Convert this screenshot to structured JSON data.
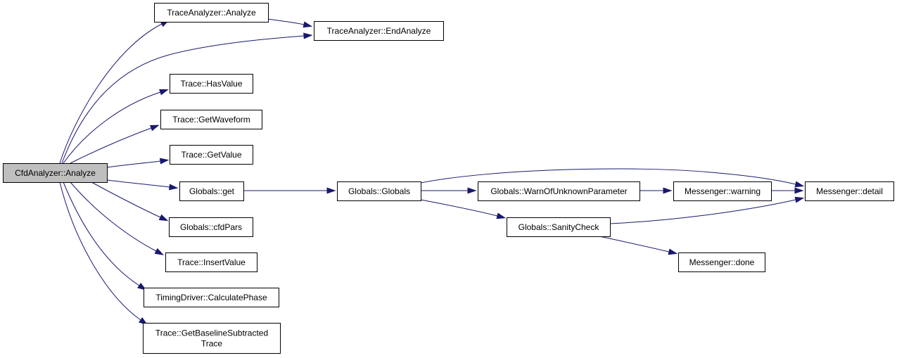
{
  "colors": {
    "edge": "#191970",
    "root_fill": "#bfbfbf",
    "node_fill": "#ffffff",
    "node_border": "#000000"
  },
  "nodes": {
    "cfd_analyze": {
      "lines": [
        "CfdAnalyzer::Analyze"
      ]
    },
    "trace_analyzer_analyze": {
      "lines": [
        "TraceAnalyzer::Analyze"
      ]
    },
    "trace_analyzer_end_analyze": {
      "lines": [
        "TraceAnalyzer::EndAnalyze"
      ]
    },
    "trace_has_value": {
      "lines": [
        "Trace::HasValue"
      ]
    },
    "trace_get_waveform": {
      "lines": [
        "Trace::GetWaveform"
      ]
    },
    "trace_get_value": {
      "lines": [
        "Trace::GetValue"
      ]
    },
    "globals_get": {
      "lines": [
        "Globals::get"
      ]
    },
    "globals_cfd_pars": {
      "lines": [
        "Globals::cfdPars"
      ]
    },
    "trace_insert_value": {
      "lines": [
        "Trace::InsertValue"
      ]
    },
    "timing_calculate_phase": {
      "lines": [
        "TimingDriver::CalculatePhase"
      ]
    },
    "trace_get_baseline": {
      "lines": [
        "Trace::GetBaselineSubtracted",
        "Trace"
      ]
    },
    "globals_globals": {
      "lines": [
        "Globals::Globals"
      ]
    },
    "globals_warn_unknown": {
      "lines": [
        "Globals::WarnOfUnknownParameter"
      ]
    },
    "globals_sanity_check": {
      "lines": [
        "Globals::SanityCheck"
      ]
    },
    "messenger_warning": {
      "lines": [
        "Messenger::warning"
      ]
    },
    "messenger_detail": {
      "lines": [
        "Messenger::detail"
      ]
    },
    "messenger_done": {
      "lines": [
        "Messenger::done"
      ]
    }
  },
  "edges": [
    {
      "from": "cfd_analyze",
      "to": "trace_analyzer_analyze"
    },
    {
      "from": "cfd_analyze",
      "to": "trace_analyzer_end_analyze"
    },
    {
      "from": "trace_analyzer_analyze",
      "to": "trace_analyzer_end_analyze"
    },
    {
      "from": "cfd_analyze",
      "to": "trace_has_value"
    },
    {
      "from": "cfd_analyze",
      "to": "trace_get_waveform"
    },
    {
      "from": "cfd_analyze",
      "to": "trace_get_value"
    },
    {
      "from": "cfd_analyze",
      "to": "globals_get"
    },
    {
      "from": "cfd_analyze",
      "to": "globals_cfd_pars"
    },
    {
      "from": "cfd_analyze",
      "to": "trace_insert_value"
    },
    {
      "from": "cfd_analyze",
      "to": "timing_calculate_phase"
    },
    {
      "from": "cfd_analyze",
      "to": "trace_get_baseline"
    },
    {
      "from": "globals_get",
      "to": "globals_globals"
    },
    {
      "from": "globals_globals",
      "to": "globals_warn_unknown"
    },
    {
      "from": "globals_globals",
      "to": "globals_sanity_check"
    },
    {
      "from": "globals_globals",
      "to": "messenger_detail"
    },
    {
      "from": "globals_warn_unknown",
      "to": "messenger_warning"
    },
    {
      "from": "messenger_warning",
      "to": "messenger_detail"
    },
    {
      "from": "globals_sanity_check",
      "to": "messenger_detail"
    },
    {
      "from": "globals_sanity_check",
      "to": "messenger_done"
    }
  ]
}
